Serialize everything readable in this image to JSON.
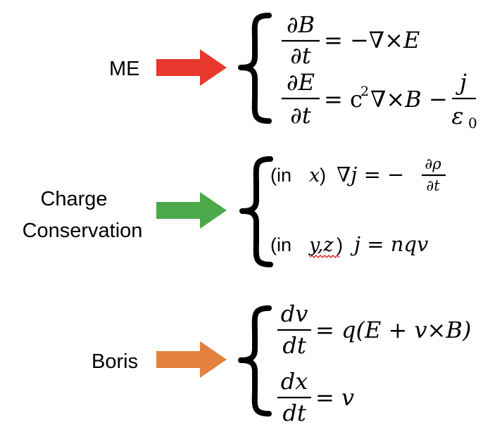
{
  "rows": [
    {
      "label": "ME",
      "arrow_color": "#e8382d",
      "eq1": {
        "num": "∂B",
        "den": "∂t",
        "rhs": "= −∇×E"
      },
      "eq2": {
        "num": "∂E",
        "den": "∂t",
        "rhs_a": "= c",
        "sup": "2",
        "rhs_b": "∇×B −",
        "frac_num": "j",
        "frac_den": "ε",
        "frac_den_sub": "0"
      }
    },
    {
      "label_line1": "Charge",
      "label_line2": "Conservation",
      "arrow_color": "#4ba94a",
      "eq1": {
        "prefix_open": "(in ",
        "prefix_var": "x",
        "prefix_close": ")",
        "lhs": "∇j = −",
        "frac_num": "∂ρ",
        "frac_den": "∂t"
      },
      "eq2": {
        "prefix_open": "(in ",
        "prefix_var": "y,z",
        "prefix_close": ")",
        "rhs": "j = nqv"
      }
    },
    {
      "label": "Boris",
      "arrow_color": "#e3813f",
      "eq1": {
        "num": "dv",
        "den": "dt",
        "rhs": "= q(E + v×B)"
      },
      "eq2": {
        "num": "dx",
        "den": "dt",
        "rhs": "= v"
      }
    }
  ]
}
